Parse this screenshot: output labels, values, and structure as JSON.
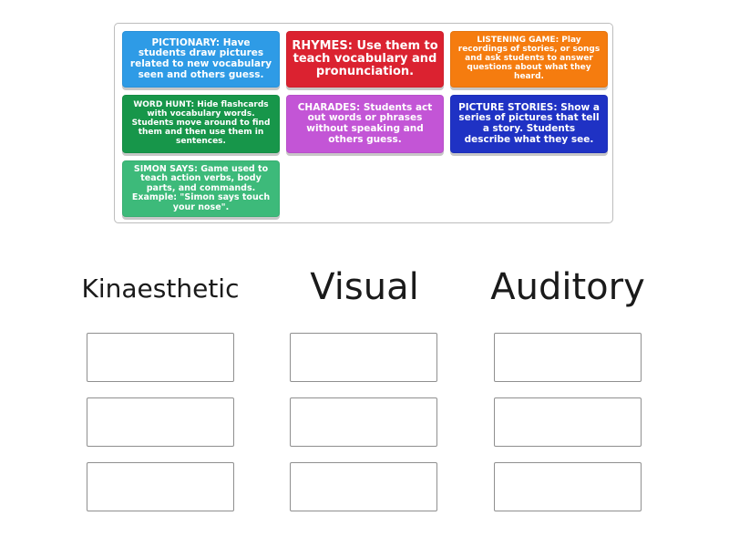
{
  "cards": [
    {
      "id": "pictionary",
      "keyword": "PICTIONARY:",
      "text": " Have students draw pictures related to new vocabulary seen and others guess.",
      "color": "#2e9be6"
    },
    {
      "id": "rhymes",
      "keyword": "RHYMES:",
      "text": " Use them to teach vocabulary and pronunciation.",
      "color": "#db2230"
    },
    {
      "id": "listening",
      "keyword": "LISTENING GAME:",
      "text": " Play recordings of stories, or songs and ask students to answer questions about what they heard.",
      "color": "#f57c0f"
    },
    {
      "id": "word-hunt",
      "keyword": "WORD HUNT:",
      "text": " Hide flashcards with vocabulary words. Students move around to find them and then use them in sentences.",
      "color": "#17964a"
    },
    {
      "id": "charades",
      "keyword": "CHARADES:",
      "text": " Students act out words or phrases without speaking and others guess.",
      "color": "#c355d6"
    },
    {
      "id": "picture-stories",
      "keyword": "PICTURE STORIES:",
      "text": " Show a series of pictures that tell a story. Students describe what they see.",
      "color": "#1f32c4"
    },
    {
      "id": "simon-says",
      "keyword": "SIMON SAYS:",
      "text": " Game used to teach action verbs, body parts, and commands. Example: \"Simon says touch your nose\".",
      "color": "#3dba7a"
    }
  ],
  "columns": [
    {
      "id": "kinaesthetic",
      "title": "Kinaesthetic"
    },
    {
      "id": "visual",
      "title": "Visual"
    },
    {
      "id": "auditory",
      "title": "Auditory"
    }
  ]
}
